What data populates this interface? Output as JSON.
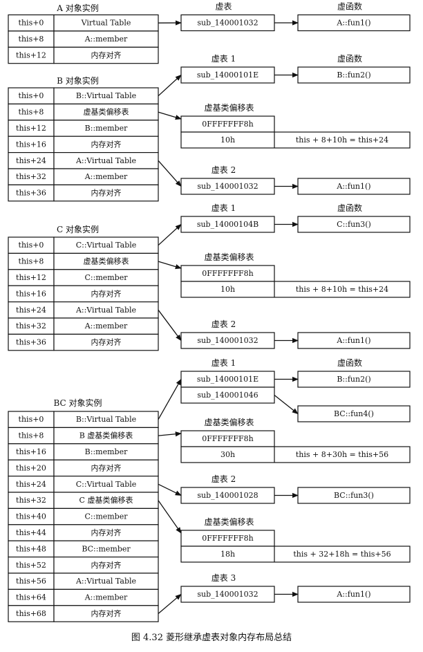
{
  "figure_caption": "图 4.32   菱形继承虚表对象内存布局总结",
  "instances": [
    {
      "title": "A 对象实例",
      "rows": [
        {
          "offset": "this+0",
          "content": "Virtual Table"
        },
        {
          "offset": "this+8",
          "content": "A::member"
        },
        {
          "offset": "this+12",
          "content": "内存对齐"
        }
      ]
    },
    {
      "title": "B 对象实例",
      "rows": [
        {
          "offset": "this+0",
          "content": "B::Virtual Table"
        },
        {
          "offset": "this+8",
          "content": "虚基类偏移表"
        },
        {
          "offset": "this+12",
          "content": "B::member"
        },
        {
          "offset": "this+16",
          "content": "内存对齐"
        },
        {
          "offset": "this+24",
          "content": "A::Virtual Table"
        },
        {
          "offset": "this+32",
          "content": "A::member"
        },
        {
          "offset": "this+36",
          "content": "内存对齐"
        }
      ]
    },
    {
      "title": "C 对象实例",
      "rows": [
        {
          "offset": "this+0",
          "content": "C::Virtual Table"
        },
        {
          "offset": "this+8",
          "content": "虚基类偏移表"
        },
        {
          "offset": "this+12",
          "content": "C::member"
        },
        {
          "offset": "this+16",
          "content": "内存对齐"
        },
        {
          "offset": "this+24",
          "content": "A::Virtual Table"
        },
        {
          "offset": "this+32",
          "content": "A::member"
        },
        {
          "offset": "this+36",
          "content": "内存对齐"
        }
      ]
    },
    {
      "title": "BC 对象实例",
      "rows": [
        {
          "offset": "this+0",
          "content": "B::Virtual Table"
        },
        {
          "offset": "this+8",
          "content": "B 虚基类偏移表"
        },
        {
          "offset": "this+16",
          "content": "B::member"
        },
        {
          "offset": "this+20",
          "content": "内存对齐"
        },
        {
          "offset": "this+24",
          "content": "C::Virtual Table"
        },
        {
          "offset": "this+32",
          "content": "C 虚基类偏移表"
        },
        {
          "offset": "this+40",
          "content": "C::member"
        },
        {
          "offset": "this+44",
          "content": "内存对齐"
        },
        {
          "offset": "this+48",
          "content": "BC::member"
        },
        {
          "offset": "this+52",
          "content": "内存对齐"
        },
        {
          "offset": "this+56",
          "content": "A::Virtual Table"
        },
        {
          "offset": "this+64",
          "content": "A::member"
        },
        {
          "offset": "this+68",
          "content": "内存对齐"
        }
      ]
    }
  ],
  "vtables": [
    {
      "title": "虚表",
      "entries": [
        "sub_140001032"
      ]
    },
    {
      "title": "虚表 1",
      "entries": [
        "sub_14000101E"
      ]
    },
    {
      "title": "虚表 2",
      "entries": [
        "sub_140001032"
      ]
    },
    {
      "title": "虚表 1",
      "entries": [
        "sub_14000104B"
      ]
    },
    {
      "title": "虚表 2",
      "entries": [
        "sub_140001032"
      ]
    },
    {
      "title": "虚表 1",
      "entries": [
        "sub_14000101E",
        "sub_140001046"
      ]
    },
    {
      "title": "虚表 2",
      "entries": [
        "sub_140001028"
      ]
    },
    {
      "title": "虚表 3",
      "entries": [
        "sub_140001032"
      ]
    }
  ],
  "functions": [
    {
      "title": "虚函数",
      "label": "A::fun1()"
    },
    {
      "title": "虚函数",
      "label": "B::fun2()"
    },
    {
      "title": "",
      "label": "A::fun1()"
    },
    {
      "title": "虚函数",
      "label": "C::fun3()"
    },
    {
      "title": "",
      "label": "A::fun1()"
    },
    {
      "title": "虚函数",
      "label": "B::fun2()"
    },
    {
      "title": "",
      "label": "BC::fun4()"
    },
    {
      "title": "",
      "label": "BC::fun3()"
    },
    {
      "title": "",
      "label": "A::fun1()"
    }
  ],
  "offset_tables": [
    {
      "title": "虚基类偏移表",
      "first": "0FFFFFFF8h",
      "second": "10h",
      "formula": "this + 8+10h = this+24"
    },
    {
      "title": "虚基类偏移表",
      "first": "0FFFFFFF8h",
      "second": "10h",
      "formula": "this + 8+10h = this+24"
    },
    {
      "title": "虚基类偏移表",
      "first": "0FFFFFFF8h",
      "second": "30h",
      "formula": "this + 8+30h = this+56"
    },
    {
      "title": "虚基类偏移表",
      "first": "0FFFFFFF8h",
      "second": "18h",
      "formula": "this + 32+18h = this+56"
    }
  ]
}
